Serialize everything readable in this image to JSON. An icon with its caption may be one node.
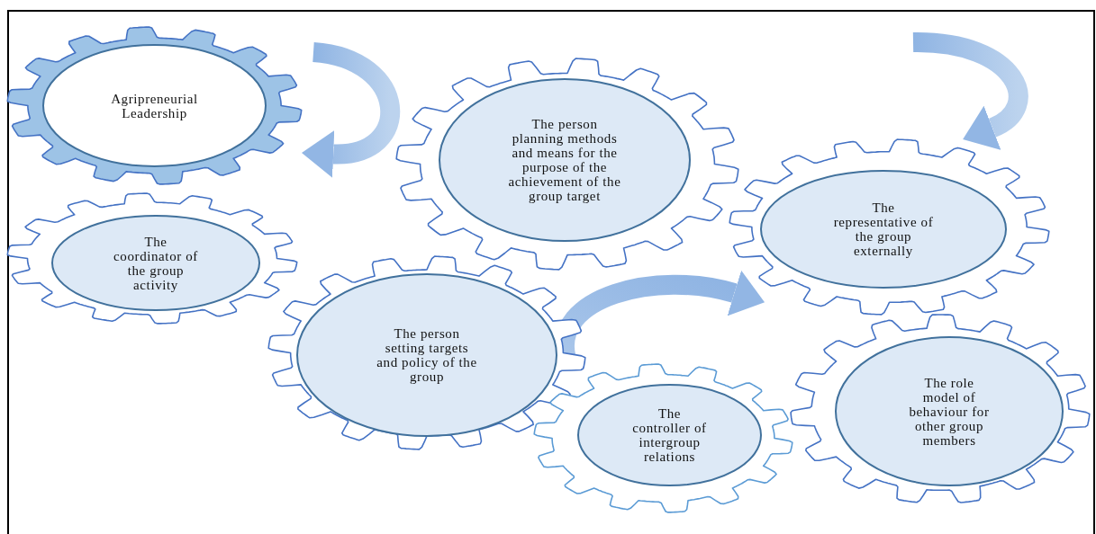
{
  "diagram": {
    "nodes": [
      {
        "text": [
          "Agripreneurial Leadership"
        ]
      },
      {
        "text": [
          "The person planning methods and means for the purpose of the achievement of the group target"
        ]
      },
      {
        "text": [
          "The representative of the group externally"
        ]
      },
      {
        "text": [
          "The coordinator of the group activity"
        ]
      },
      {
        "text": [
          "The person setting targets and policy of the group"
        ]
      },
      {
        "text": [
          "The controller of intergroup relations"
        ]
      },
      {
        "text": [
          "The role model of behaviour for other group members"
        ]
      }
    ],
    "edges": [
      {
        "from": null,
        "to": 0,
        "arrow": "to"
      },
      {
        "from": null,
        "to": 2,
        "arrow": "to"
      },
      {
        "from": 4,
        "to": 2,
        "arrow": "to"
      }
    ]
  }
}
